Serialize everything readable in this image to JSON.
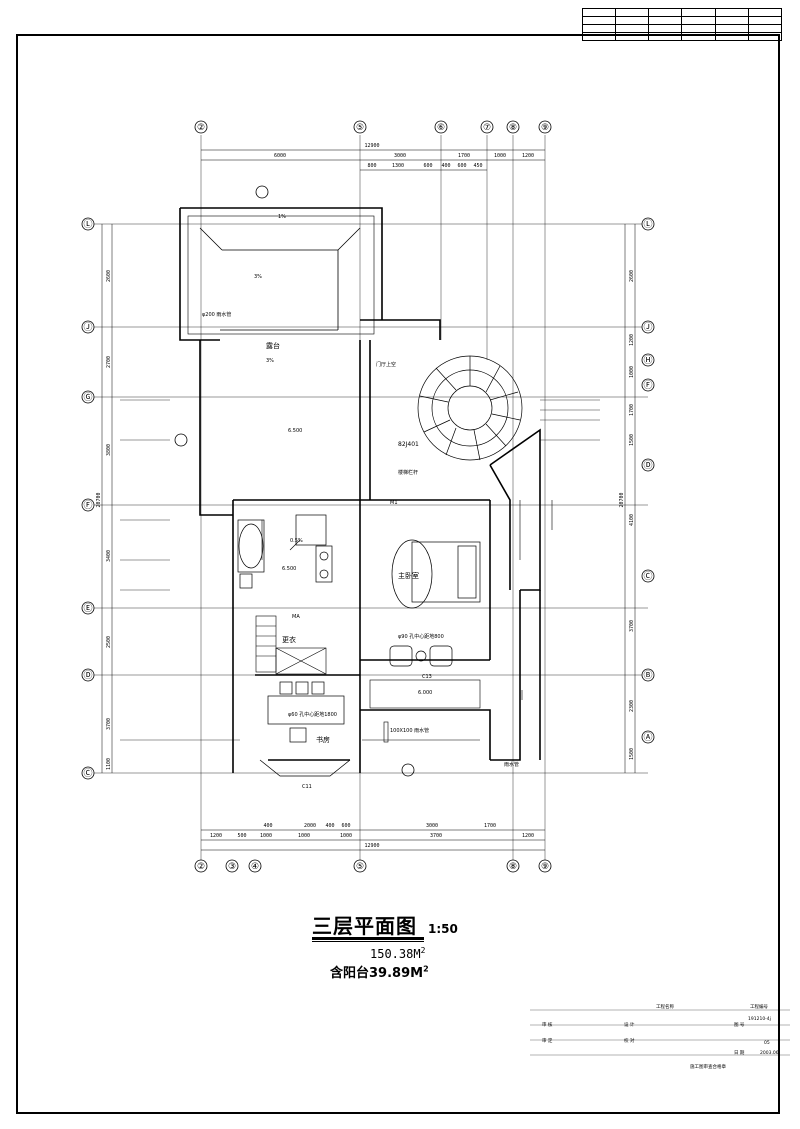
{
  "drawing": {
    "title": "三层平面图",
    "scale": "1:50",
    "area_value": "150.38",
    "area_unit": "M",
    "area_exp": "2",
    "balcony_label": "含阳台39.89",
    "balcony_unit": "M",
    "balcony_exp": "2"
  },
  "axes": {
    "top": [
      "②",
      "⑤",
      "⑥",
      "⑦",
      "⑧",
      "⑨"
    ],
    "bottom": [
      "②",
      "③",
      "④",
      "⑤",
      "⑧",
      "⑨"
    ],
    "left": [
      "Ⓛ",
      "Ⓙ",
      "Ⓖ",
      "Ⓕ",
      "Ⓔ",
      "Ⓓ",
      "Ⓒ",
      "Ⓐ"
    ],
    "right": [
      "Ⓛ",
      "Ⓙ",
      "Ⓗ",
      "Ⓕ",
      "Ⓓ",
      "Ⓒ",
      "Ⓑ",
      "Ⓐ"
    ]
  },
  "dims": {
    "top_total": "12900",
    "top_row2": [
      "6000",
      "3000",
      "1700",
      "1000",
      "1200"
    ],
    "top_row3": [
      "800",
      "1300",
      "600",
      "400",
      "600",
      "450"
    ],
    "bottom_row1": [
      "400",
      "2000",
      "400",
      "600",
      "3000",
      "1700"
    ],
    "bottom_row2": [
      "1200",
      "500",
      "1000",
      "1000",
      "1000",
      "3700",
      "1200"
    ],
    "bottom_total": "12900",
    "left": [
      "2600",
      "2700",
      "3800",
      "3400",
      "2500",
      "3700",
      "1100"
    ],
    "left_total": "20700",
    "right": [
      "2600",
      "1200",
      "1000",
      "1700",
      "1500",
      "4100",
      "3700",
      "2300",
      "1500"
    ],
    "right_total": "20700"
  },
  "rooms": {
    "terrace": "露台",
    "terrace_slope": "3%",
    "terrace_level": "6.500",
    "master_bedroom": "主卧室",
    "dressing": "更衣",
    "study": "书房",
    "stair_note": "楼梯栏杆",
    "stair_up": "门厅上空",
    "drain1": "φ200 雨水管",
    "drain2": "100X100 雨水管",
    "ac1": "φ90 孔中心距地800",
    "ac2": "φ60 孔中心距地1800",
    "slope_1": "1%",
    "slope_2": "0.5%",
    "level_2": "6.500",
    "level_3": "6.000",
    "ceiling": "82J401",
    "door_m1": "M1",
    "door_c11": "C11",
    "door_c13": "C13",
    "door_ma": "MA",
    "rain_label": "雨水管"
  },
  "title_block": {
    "label_a": "工程名称",
    "label_b": "工程编号",
    "project_no": "191210-4j",
    "row1": [
      "审 核",
      "设 计"
    ],
    "row2": [
      "审 定",
      "校 对"
    ],
    "drawing_no_label": "图 号",
    "drawing_no": "05",
    "date_label": "日 期",
    "date": "2003.06",
    "stamp_label": "施工图审查合格章"
  }
}
